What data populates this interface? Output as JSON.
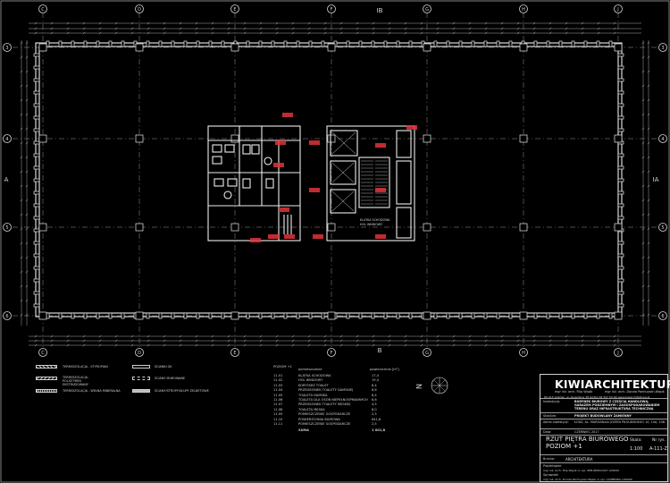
{
  "grid": {
    "columns": [
      "C",
      "D",
      "E",
      "F",
      "G",
      "H",
      "J"
    ],
    "rows": [
      "3",
      "4",
      "5",
      "6"
    ],
    "section_markers": [
      "A",
      "IA",
      "IB",
      "B"
    ]
  },
  "legend": [
    {
      "label": "TERMOIZOLACJA - STYROPIAN",
      "kind": "hatch"
    },
    {
      "label": "TERMOIZOLACJA - POLISTYREN EKSTRUDOWANY",
      "kind": "hatch"
    },
    {
      "label": "TERMOIZOLACJA - WEŁNA MINERALNA",
      "kind": "wave"
    },
    {
      "label": "ŚCIANKI GK",
      "kind": "outline"
    },
    {
      "label": "ŚCIANY MUROWANE",
      "kind": "dashed"
    },
    {
      "label": "ŚCIANY/STROPY/SŁUPY ŻELBETOWE",
      "kind": "solid"
    }
  ],
  "room_table": {
    "header_no": "POZIOM +1",
    "header_name": "pomieszczenie",
    "header_area": "powierzchnia [m²]",
    "rows": [
      {
        "no": "11.01",
        "name": "KLATKA SCHODOWA",
        "area": "17,4"
      },
      {
        "no": "11.02",
        "name": "HOL WINDOWY",
        "area": "19,4"
      },
      {
        "no": "11.03",
        "name": "KORYTARZ TOALET",
        "area": "8,4"
      },
      {
        "no": "11.04",
        "name": "PRZEDSIONEK TOALETY DAMSKIEJ",
        "area": "6,6"
      },
      {
        "no": "11.05",
        "name": "TOALETA DAMSKA",
        "area": "8,4"
      },
      {
        "no": "11.06",
        "name": "TOALETA DLA OSÓB NIEPEŁNOSPRAWNYCH",
        "area": "6,6"
      },
      {
        "no": "11.07",
        "name": "PRZEDSIONEK TOALETY MĘSKIEJ",
        "area": "4,5"
      },
      {
        "no": "11.08",
        "name": "TOALETA MĘSKA",
        "area": "8,0"
      },
      {
        "no": "11.09",
        "name": "POMIESZCZENIE GOSPODARCZE",
        "area": "2,5"
      },
      {
        "no": "11.10",
        "name": "POWIERZCHNIA BIUROWA",
        "area": "641,8"
      },
      {
        "no": "11.11",
        "name": "POMIESZCZENIE GOSPODARCZE",
        "area": "2,5"
      }
    ],
    "total_label": "SUMA",
    "total_value": "1 001,8"
  },
  "title_block": {
    "brand_bold": "KIW",
    "brand_rest": "IARCHITEKTURA",
    "authors_left": "mgr inż. arch. Filip Wąsik",
    "authors_right": "mgr inż. arch. Dorota Panhuysen-Wąsik",
    "address": "80-415 Gdańsk, ul. Aksamitna 38     tel/fax 58 347 59 60     www.kiwiarchitektura.pl",
    "investment_label": "Inwestycja:",
    "investment": "BUDYNEK BIUROWY Z CZĘŚCIĄ HANDLOWĄ, GARAŻEM PODZIEMNYM I ZAGOSPODAROWANIEM TERENU ORAZ INFRASTRUKTURĄ TECHNICZNĄ",
    "stage_label": "Stadium:",
    "stage": "PROJEKT BUDOWLANY ZAMIENNY",
    "address_label": "Adres inwestycji:",
    "site_address": "ŁÓDŹ, AL. MARSZAŁKA JÓZEFA PIŁSUDSKIEGO 10, 10A, 10B",
    "date_label": "Data:",
    "date": "CZERWIEC 2017",
    "drawing_title_1": "RZUT PIĘTRA BIUROWEGO",
    "drawing_title_2": "POZIOM +1",
    "scale_label": "Skala:",
    "scale": "1:100",
    "sheet_label": "Nr rys.",
    "sheet_no": "A-111-Z",
    "branch_label": "Branża:",
    "branch": "ARCHITEKTURA",
    "designer_label": "Projektował:",
    "designer": "mgr inż. arch. Filip Wąsik     nr upr. ZPB-IB/80/2007 LO0000",
    "checker_label": "Sprawdził:",
    "checker": "mgr inż. arch. Dorota Panhuysen-Wąsik     nr upr. 14/MBDPA/ LO0000"
  },
  "north_label": "N",
  "core_labels": {
    "stair": "KLATKA SCHODOWA",
    "lobby": "HOL WINDOWY"
  }
}
